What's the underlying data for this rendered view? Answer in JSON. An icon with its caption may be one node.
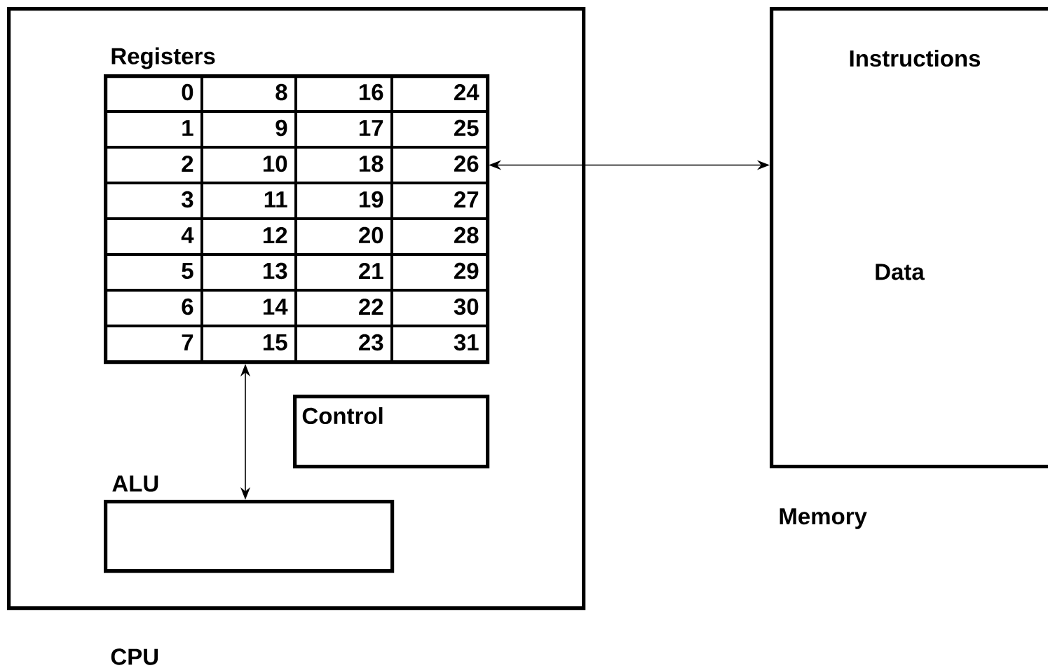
{
  "diagram": {
    "nodes": [
      {
        "text": [
          "CPU"
        ]
      },
      {
        "text": [
          "Registers"
        ],
        "in": 0
      },
      {
        "text": [
          "0"
        ],
        "in": 1
      },
      {
        "text": [
          "8"
        ],
        "in": 1
      },
      {
        "text": [
          "16"
        ],
        "in": 1
      },
      {
        "text": [
          "24"
        ],
        "in": 1
      },
      {
        "text": [
          "1"
        ],
        "in": 1
      },
      {
        "text": [
          "9"
        ],
        "in": 1
      },
      {
        "text": [
          "17"
        ],
        "in": 1
      },
      {
        "text": [
          "25"
        ],
        "in": 1
      },
      {
        "text": [
          "2"
        ],
        "in": 1
      },
      {
        "text": [
          "10"
        ],
        "in": 1
      },
      {
        "text": [
          "18"
        ],
        "in": 1
      },
      {
        "text": [
          "26"
        ],
        "in": 1
      },
      {
        "text": [
          "3"
        ],
        "in": 1
      },
      {
        "text": [
          "11"
        ],
        "in": 1
      },
      {
        "text": [
          "19"
        ],
        "in": 1
      },
      {
        "text": [
          "27"
        ],
        "in": 1
      },
      {
        "text": [
          "4"
        ],
        "in": 1
      },
      {
        "text": [
          "12"
        ],
        "in": 1
      },
      {
        "text": [
          "20"
        ],
        "in": 1
      },
      {
        "text": [
          "28"
        ],
        "in": 1
      },
      {
        "text": [
          "5"
        ],
        "in": 1
      },
      {
        "text": [
          "13"
        ],
        "in": 1
      },
      {
        "text": [
          "21"
        ],
        "in": 1
      },
      {
        "text": [
          "29"
        ],
        "in": 1
      },
      {
        "text": [
          "6"
        ],
        "in": 1
      },
      {
        "text": [
          "14"
        ],
        "in": 1
      },
      {
        "text": [
          "22"
        ],
        "in": 1
      },
      {
        "text": [
          "30"
        ],
        "in": 1
      },
      {
        "text": [
          "7"
        ],
        "in": 1
      },
      {
        "text": [
          "15"
        ],
        "in": 1
      },
      {
        "text": [
          "23"
        ],
        "in": 1
      },
      {
        "text": [
          "31"
        ],
        "in": 1
      },
      {
        "text": [
          "Control"
        ],
        "in": 0
      },
      {
        "text": [
          "ALU"
        ],
        "in": 0
      },
      {
        "text": [
          "Instructions",
          "Data",
          "Memory"
        ]
      }
    ],
    "edges": [
      {
        "from": 13,
        "to": 36,
        "arrow": "both"
      },
      {
        "from": 1,
        "to": 35,
        "arrow": "both"
      }
    ]
  }
}
